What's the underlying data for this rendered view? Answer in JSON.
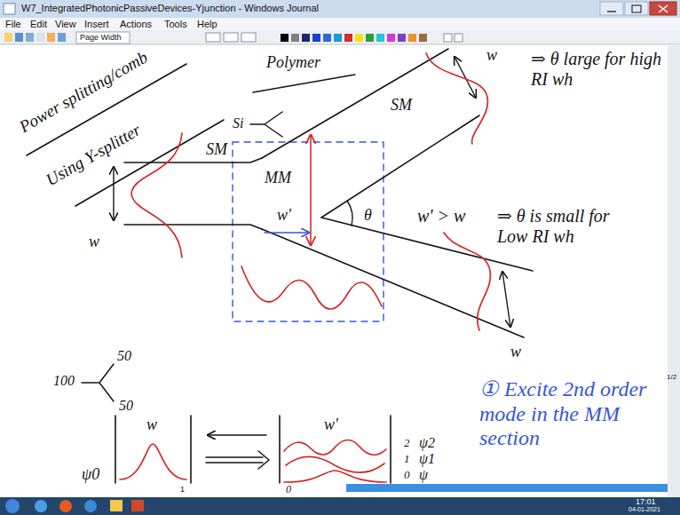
{
  "diagram": {
    "labels": [
      "W7_IntegratedPhotonicPassiveDevices-Yjunction - Windows Journal",
      "File",
      "Edit",
      "View",
      "Insert",
      "Actions",
      "Tools",
      "Help",
      "Page Width",
      "Power splitting/comb",
      "Using Y-splitter",
      "Polymer",
      "Si",
      "SM",
      "MM",
      "SM",
      "w",
      "w",
      "w",
      "w'",
      "θ",
      "⇒ θ large for high RI wh",
      "w' > w",
      "⇒ θ is small for Low RI wh",
      "100",
      "50",
      "50",
      "w",
      "w'",
      "ψ0",
      "1",
      "0",
      "2",
      "ψ2",
      "1",
      "ψ1",
      "0",
      "ψ",
      "① Excite 2nd order mode in the MM section",
      "1/2",
      "17:01",
      "04-01-2021"
    ]
  }
}
